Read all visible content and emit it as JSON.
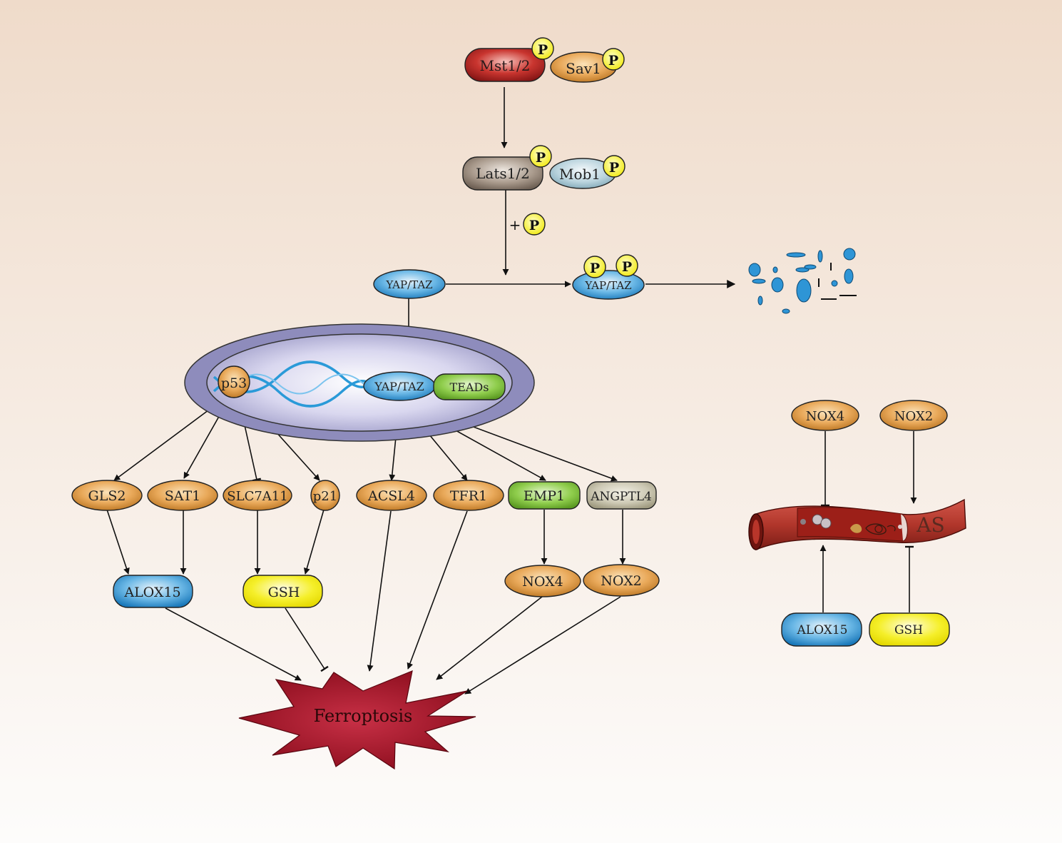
{
  "hippo": {
    "mst": "Mst1/2",
    "sav": "Sav1",
    "lats": "Lats1/2",
    "mob": "Mob1",
    "phospho_prefix": "+",
    "p": "P",
    "yap_cyto": "YAP/TAZ",
    "yap_phos": "YAP/TAZ"
  },
  "nucleus": {
    "p53": "p53",
    "yap": "YAP/TAZ",
    "teads": "TEADs"
  },
  "targets": {
    "gls2": "GLS2",
    "sat1": "SAT1",
    "slc7a11": "SLC7A11",
    "p21": "p21",
    "acsl4": "ACSL4",
    "tfr1": "TFR1",
    "emp1": "EMP1",
    "angptl4": "ANGPTL4"
  },
  "downstream": {
    "alox15": "ALOX15",
    "gsh": "GSH",
    "nox4": "NOX4",
    "nox2": "NOX2"
  },
  "outcome": {
    "ferroptosis": "Ferroptosis"
  },
  "vessel": {
    "label": "AS",
    "nox4": "NOX4",
    "nox2": "NOX2",
    "alox15": "ALOX15",
    "gsh": "GSH"
  },
  "colors": {
    "orange": "#e0a04a",
    "blue": "#2e95d6",
    "yellow": "#f5ef2a",
    "green": "#7cbf3a",
    "red": "#a8182a",
    "nucleus": "#8888bb",
    "dna": "#2a9ad8"
  }
}
